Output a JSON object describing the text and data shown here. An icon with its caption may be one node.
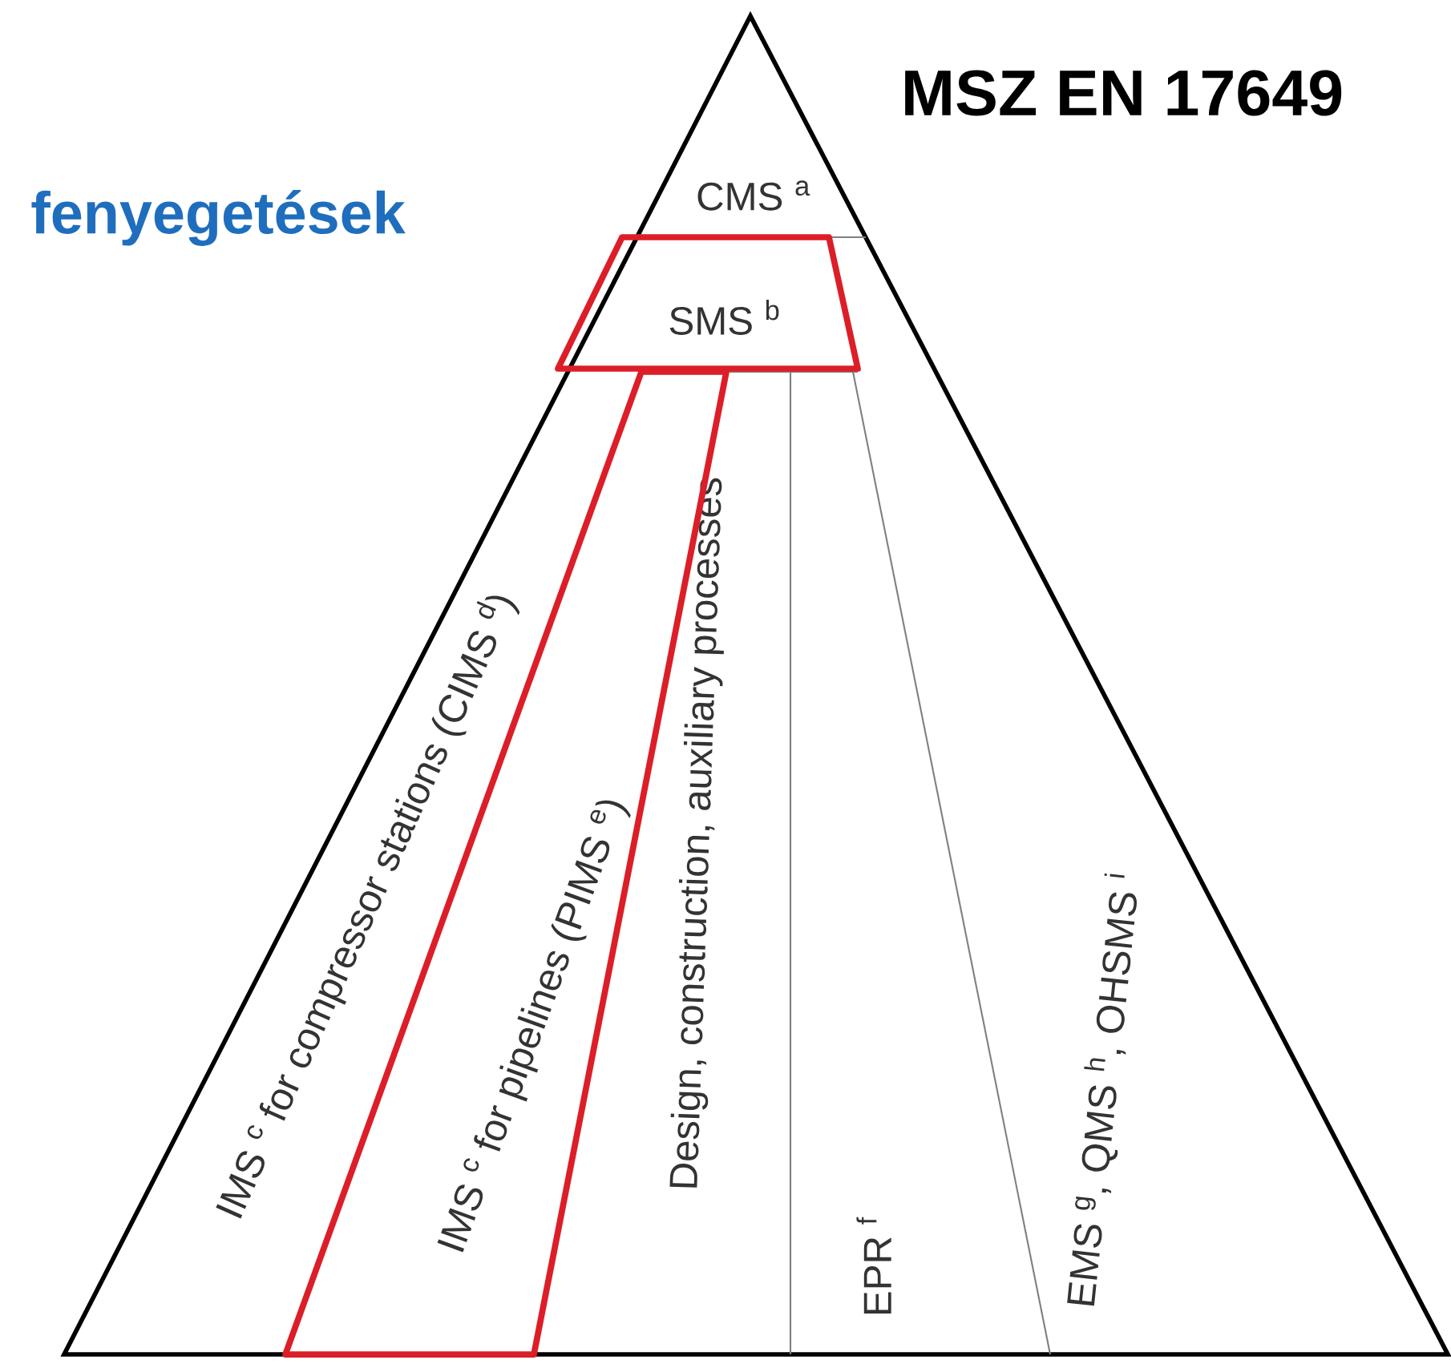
{
  "diagram": {
    "title": "MSZ EN 17649",
    "nodes": [
      {
        "text": [
          "CMS $^{a}$"
        ]
      },
      {
        "text": [
          "SMS $^{b}$"
        ]
      },
      {
        "text": [
          "IMS $^{c}$ for compressor stations (CIMS $^{d}$)"
        ]
      },
      {
        "text": [
          "IMS $^{c}$ for pipelines (PIMS $^{e}$)"
        ]
      },
      {
        "text": [
          "Design, construction, auxiliary processes"
        ]
      },
      {
        "text": [
          "EPR $^{f}$"
        ]
      },
      {
        "text": [
          "EMS $^{g}$, QMS $^{h}$, OHSMS $^{i}$"
        ]
      }
    ],
    "labels": [
      "fenyegetések"
    ]
  }
}
